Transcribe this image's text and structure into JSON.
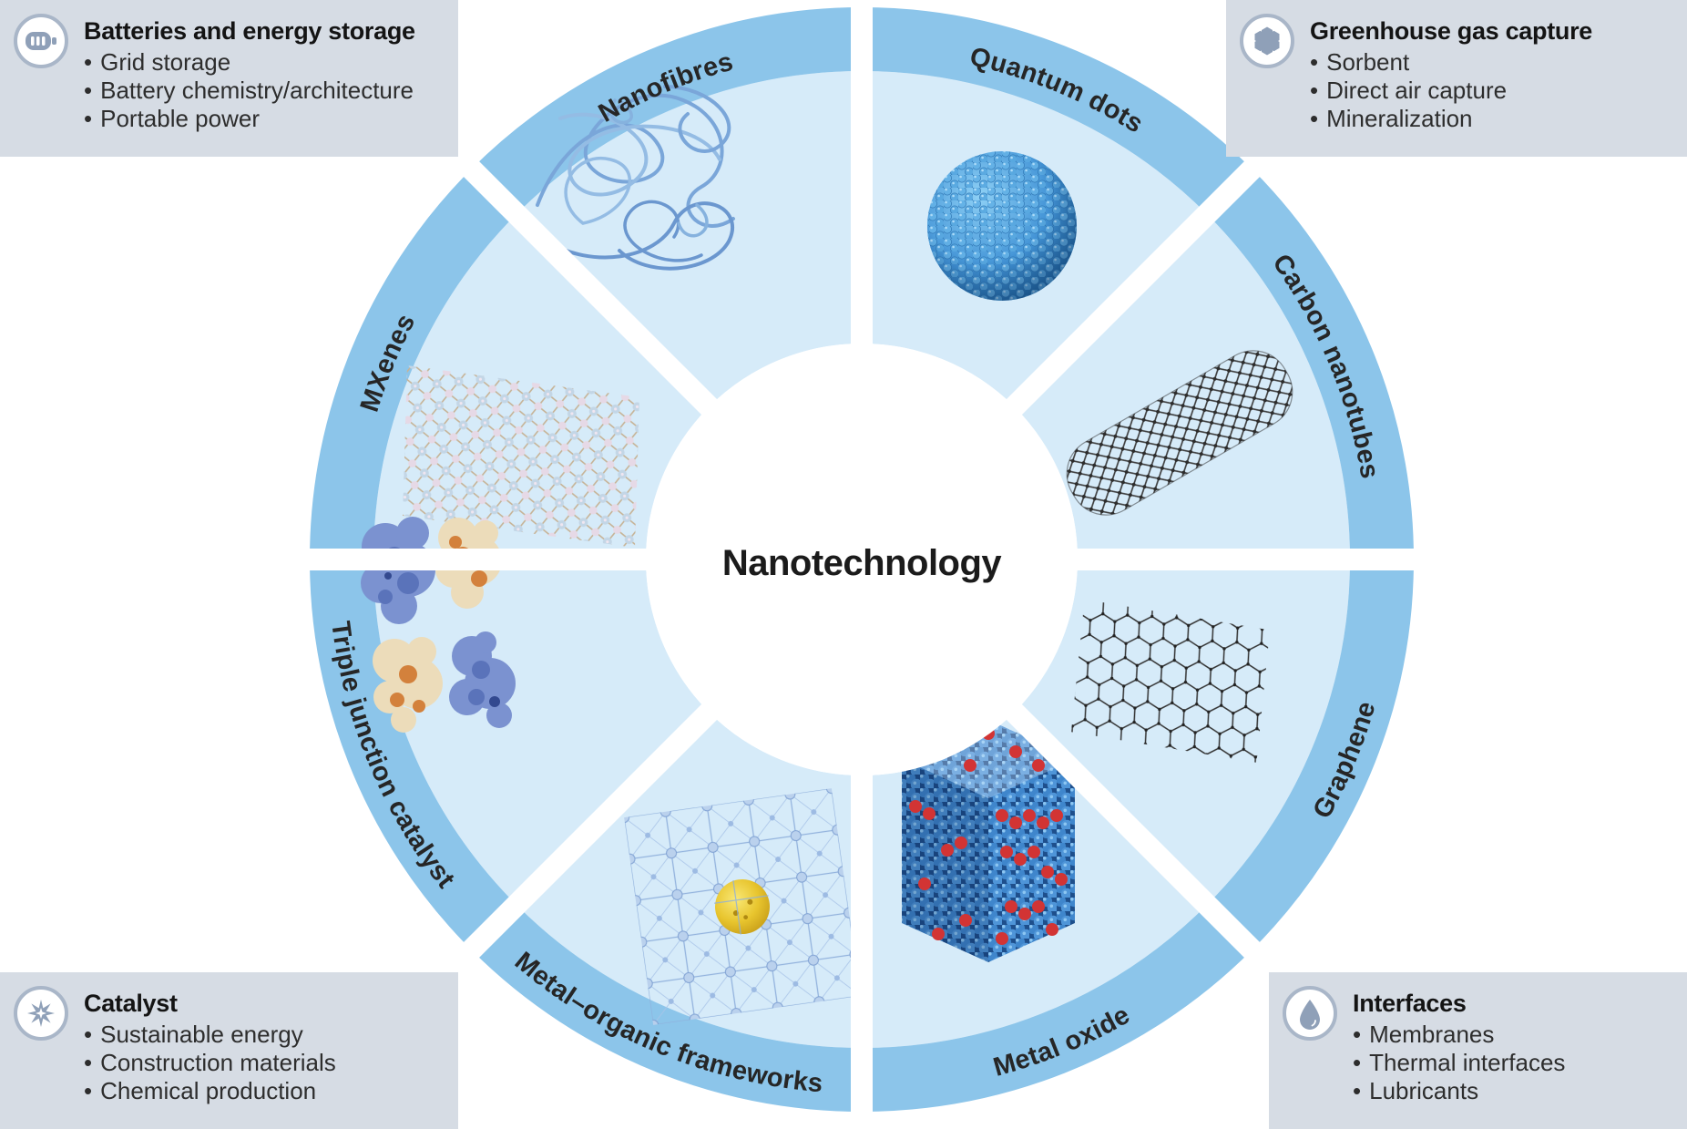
{
  "wheel": {
    "center_label": "Nanotechnology",
    "segments": [
      {
        "id": "nanofibres",
        "label": "Nanofibres"
      },
      {
        "id": "quantum-dots",
        "label": "Quantum dots"
      },
      {
        "id": "carbon-nanotubes",
        "label": "Carbon nanotubes"
      },
      {
        "id": "graphene",
        "label": "Graphene"
      },
      {
        "id": "metal-oxide",
        "label": "Metal oxide"
      },
      {
        "id": "metal-organic-frameworks",
        "label": "Metal–organic frameworks"
      },
      {
        "id": "triple-junction-catalyst",
        "label": "Triple junction catalyst"
      },
      {
        "id": "mxenes",
        "label": "MXenes"
      }
    ]
  },
  "callouts": {
    "batteries": {
      "title": "Batteries and energy storage",
      "icon": "battery-icon",
      "items": [
        "Grid storage",
        "Battery chemistry/architecture",
        "Portable power"
      ]
    },
    "greenhouse": {
      "title": "Greenhouse gas capture",
      "icon": "hexagon-cluster-icon",
      "items": [
        "Sorbent",
        "Direct air capture",
        "Mineralization"
      ]
    },
    "catalyst": {
      "title": "Catalyst",
      "icon": "starburst-icon",
      "items": [
        "Sustainable energy",
        "Construction materials",
        "Chemical production"
      ]
    },
    "interfaces": {
      "title": "Interfaces",
      "icon": "droplet-icon",
      "items": [
        "Membranes",
        "Thermal interfaces",
        "Lubricants"
      ]
    }
  },
  "colors": {
    "band_blue": "#8cc5ea",
    "wedge_blue": "#d6ebf9",
    "callout_bg": "#d6dce4",
    "icon_glyph_gray": "#8fa0b8",
    "icon_ring_gray": "#a9b6c8",
    "text_dark": "#232323"
  }
}
